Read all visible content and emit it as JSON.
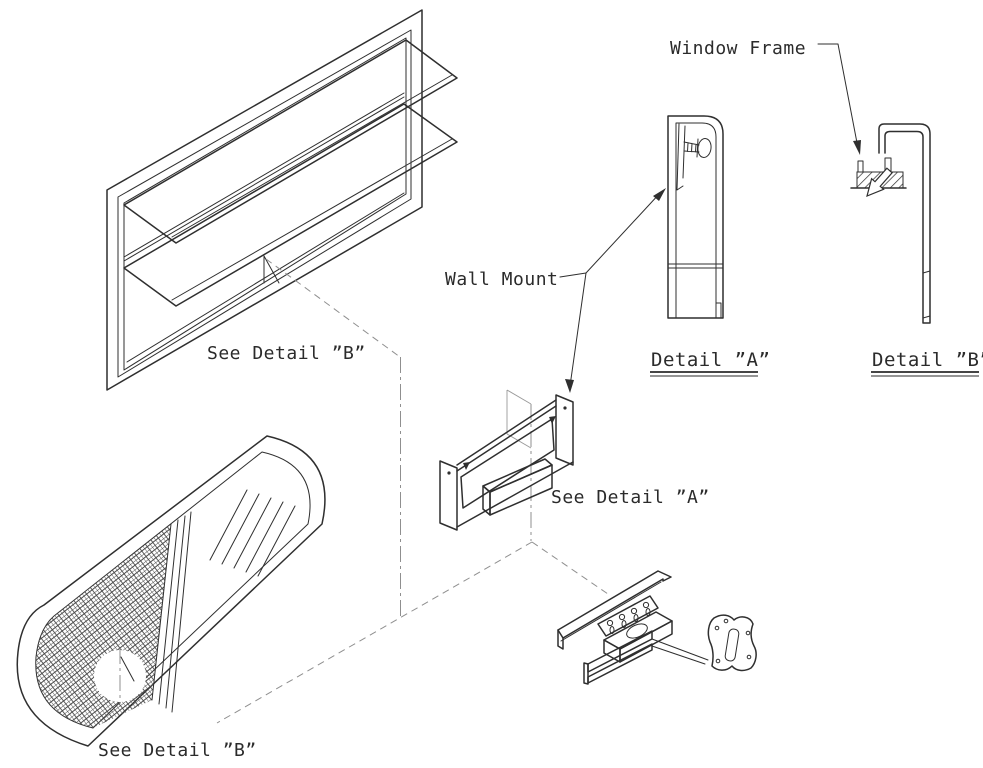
{
  "colors": {
    "background": "#ffffff",
    "line": "#2f2f2f",
    "construction": "#8f8f8f",
    "text": "#2b2b2b"
  },
  "labels": {
    "see_detail_b_upper": "See Detail ”B”",
    "wall_mount": "Wall Mount",
    "window_frame": "Window Frame",
    "see_detail_a": "See Detail ”A”",
    "see_detail_b_lower": "See Detail ”B”",
    "detail_a_title": "Detail ”A”",
    "detail_b_title": "Detail ”B”"
  }
}
